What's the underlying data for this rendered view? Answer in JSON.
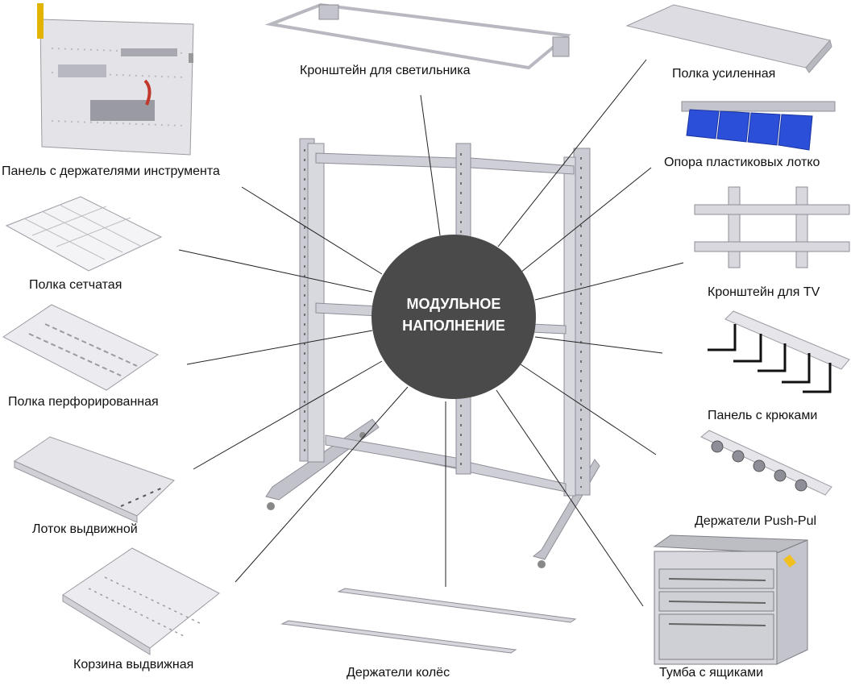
{
  "center": {
    "line1": "МОДУЛЬНОЕ",
    "line2": "НАПОЛНЕНИЕ",
    "fill": "#4a4a4a"
  },
  "modules": [
    {
      "id": "tool-panel",
      "label": "Панель с держателями инструмента"
    },
    {
      "id": "mesh-shelf",
      "label": "Полка сетчатая"
    },
    {
      "id": "perforated-shelf",
      "label": "Полка перфорированная"
    },
    {
      "id": "sliding-tray",
      "label": "Лоток выдвижной"
    },
    {
      "id": "sliding-basket",
      "label": "Корзина выдвижная"
    },
    {
      "id": "lamp-bracket",
      "label": "Кронштейн для светильника"
    },
    {
      "id": "wheel-holders",
      "label": "Держатели колёс"
    },
    {
      "id": "reinforced-shelf",
      "label": "Полка усиленная"
    },
    {
      "id": "bin-support",
      "label": "Опора пластиковых лотко"
    },
    {
      "id": "tv-bracket",
      "label": "Кронштейн для TV"
    },
    {
      "id": "hook-panel",
      "label": "Панель с крюками"
    },
    {
      "id": "push-pull-holders",
      "label": "Держатели Push-Pul"
    },
    {
      "id": "drawer-cabinet",
      "label": "Тумба с ящиками"
    }
  ],
  "colors": {
    "frame": "#c9c9d1",
    "frame_stroke": "#8e8e98",
    "bins": "#2b4fd8",
    "leader": "#222222"
  }
}
